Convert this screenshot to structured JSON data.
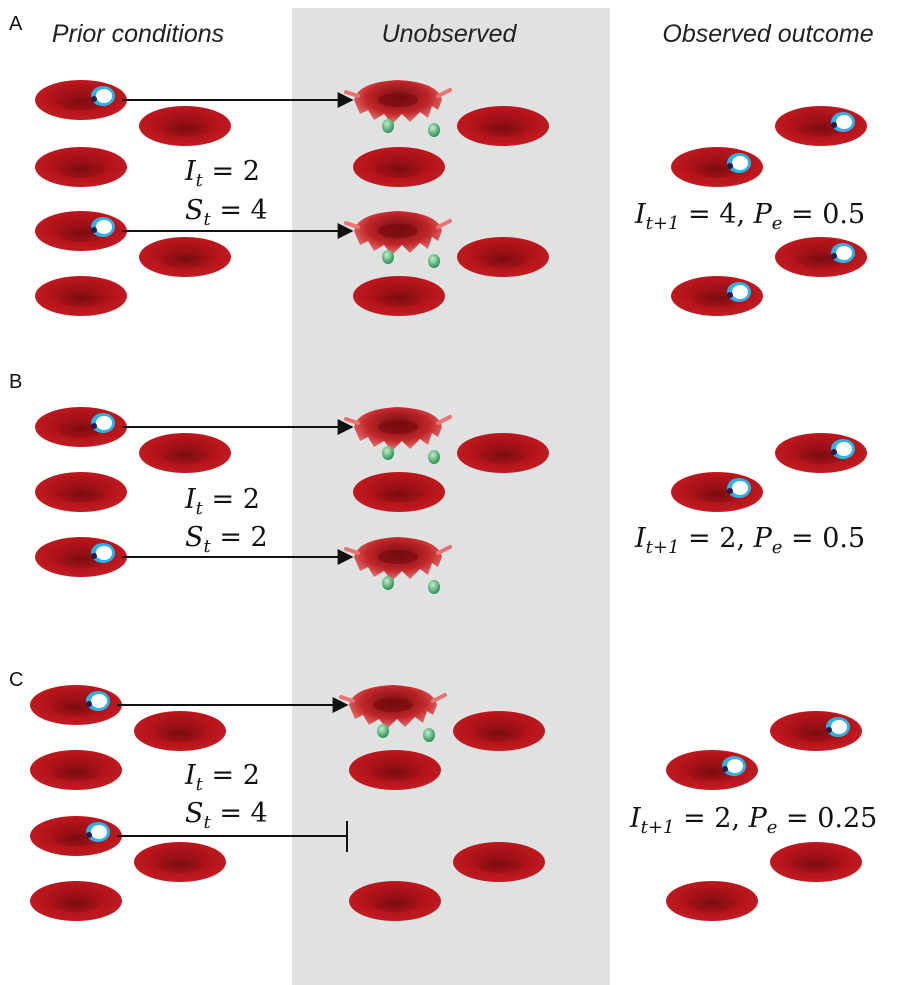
{
  "headers": {
    "left": "Prior conditions",
    "middle": "Unobserved",
    "right": "Observed outcome"
  },
  "panels": [
    {
      "label": "A",
      "I_t": "2",
      "S_t": "4",
      "outcome": {
        "I_next": "4",
        "P_e": "0.5"
      }
    },
    {
      "label": "B",
      "I_t": "2",
      "S_t": "2",
      "outcome": {
        "I_next": "2",
        "P_e": "0.5"
      }
    },
    {
      "label": "C",
      "I_t": "2",
      "S_t": "4",
      "outcome": {
        "I_next": "2",
        "P_e": "0.25"
      }
    }
  ],
  "symbols": {
    "I": "I",
    "S": "S",
    "P": "P",
    "t": "t",
    "t_plus_1": "t+1",
    "e": "e",
    "equals": " = ",
    "separator": ", "
  },
  "colors": {
    "cell_red": "#b3141b",
    "cell_dark": "#7a0c10",
    "parasite_blue": "#2bb3e6",
    "merozoite_green": "#2e9e5a",
    "unobserved_band": "#e0e2e2"
  }
}
